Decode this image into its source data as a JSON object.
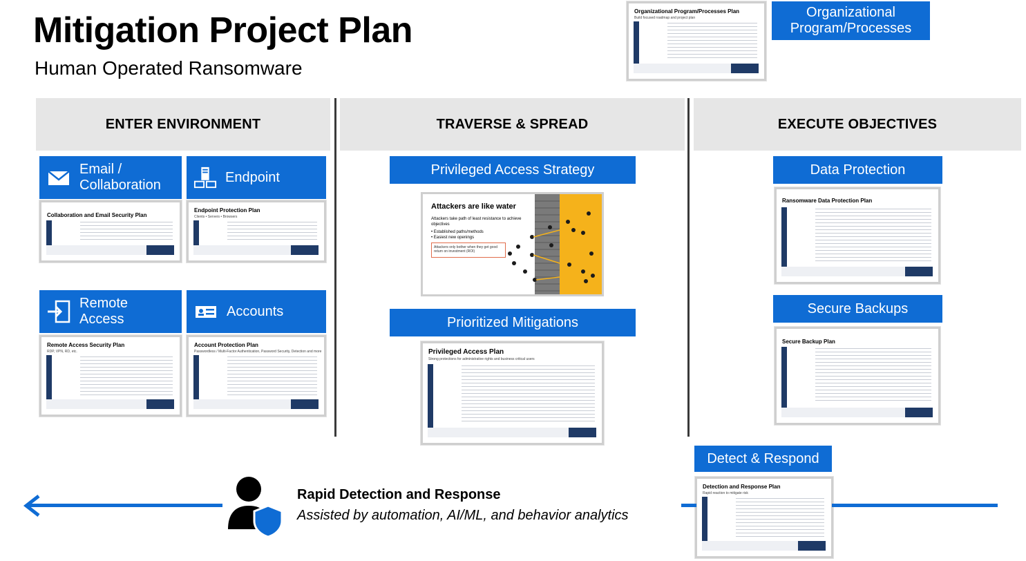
{
  "title": "Mitigation Project Plan",
  "subtitle": "Human Operated Ransomware",
  "top_doc": {
    "title": "Organizational Program/Processes Plan",
    "subtitle": "Build focused roadmap and project plan",
    "label": "Organizational Program/Processes"
  },
  "columns": {
    "enter": "ENTER ENVIRONMENT",
    "traverse": "TRAVERSE & SPREAD",
    "execute": "EXECUTE OBJECTIVES"
  },
  "tiles": {
    "email": "Email / Collaboration",
    "endpoint": "Endpoint",
    "remote": "Remote Access",
    "accounts": "Accounts",
    "priv_strategy": "Privileged Access Strategy",
    "prioritized": "Prioritized Mitigations",
    "data_protection": "Data Protection",
    "secure_backups": "Secure Backups",
    "detect_respond": "Detect & Respond"
  },
  "docs": {
    "email": {
      "title": "Collaboration and Email Security Plan"
    },
    "endpoint": {
      "title": "Endpoint Protection Plan",
      "subtitle": "Clients • Servers • Browsers"
    },
    "remote": {
      "title": "Remote Access Security Plan",
      "subtitle": "RDP, VPN, RD, etc."
    },
    "accounts": {
      "title": "Account Protection Plan",
      "subtitle": "Passwordless / Multi-Factor Authentication, Password Security, Detection and more"
    },
    "privileged": {
      "title": "Privileged Access Plan",
      "subtitle": "Strong protections for administrative rights and business critical users"
    },
    "data": {
      "title": "Ransomware Data Protection Plan"
    },
    "backup": {
      "title": "Secure Backup Plan"
    },
    "detection": {
      "title": "Detection and Response Plan",
      "subtitle": "Rapid reaction to mitigate risk"
    }
  },
  "attackers": {
    "heading": "Attackers are like water",
    "line1": "Attackers take path of least resistance to achieve objectives",
    "bullet1": "• Established paths/methods",
    "bullet2": "• Easiest new openings",
    "note": "Attackers only bother when they get good return on investment (ROI)"
  },
  "rapid": {
    "title": "Rapid Detection and Response",
    "subtitle": "Assisted by automation, AI/ML, and behavior analytics"
  },
  "colors": {
    "accent": "#0f6cd4",
    "navy": "#1f3a66",
    "header_bg": "#e6e6e6",
    "attack_bg": "#f5b21b"
  }
}
